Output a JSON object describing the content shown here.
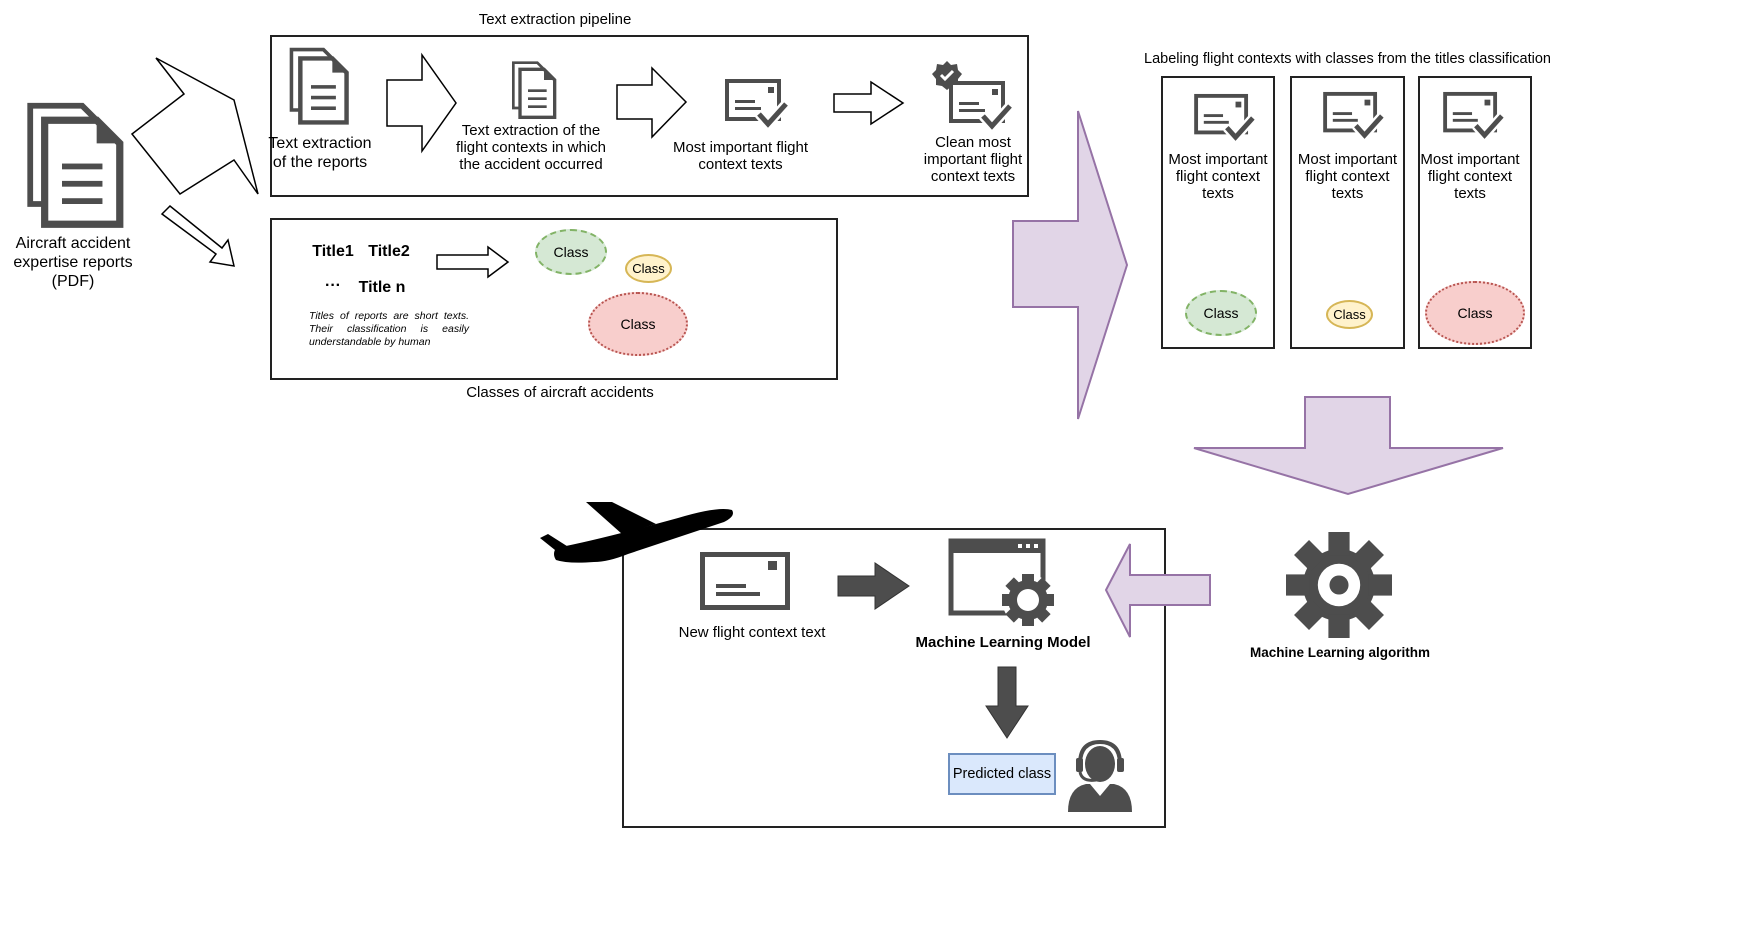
{
  "pipeline": {
    "title": "Text extraction pipeline",
    "steps": [
      "Text extraction\nof the reports",
      "Text extraction of the\nflight contexts in which\nthe accident occurred",
      "Most important flight\ncontext texts",
      "Clean most\nimportant flight\ncontext texts"
    ]
  },
  "source": {
    "label": "Aircraft accident\nexpertise reports (PDF)"
  },
  "classes_box": {
    "title": "Classes of aircraft accidents",
    "title1": "Title1",
    "title2": "Title2",
    "ellipsis": "···",
    "titlen": "Title n",
    "note": "Titles of reports are short texts. Their classification is easily understandable by human",
    "class_label": "Class"
  },
  "labeling": {
    "title": "Labeling flight contexts with classes from the titles classification",
    "card_text": "Most important\nflight context\ntexts",
    "class_label": "Class"
  },
  "ml": {
    "algorithm": "Machine Learning algorithm",
    "model": "Machine Learning Model",
    "new_text": "New flight context text",
    "predicted": "Predicted class"
  },
  "colors": {
    "green_fill": "#d5e8d4",
    "green_stroke": "#82b366",
    "yellow_fill": "#fff2cc",
    "yellow_stroke": "#d6b656",
    "red_fill": "#f8cecc",
    "red_stroke": "#b85450",
    "purple_fill": "#e1d5e7",
    "purple_stroke": "#9673a6",
    "predicted_fill": "#dae8fc",
    "predicted_stroke": "#6c8ebf"
  }
}
